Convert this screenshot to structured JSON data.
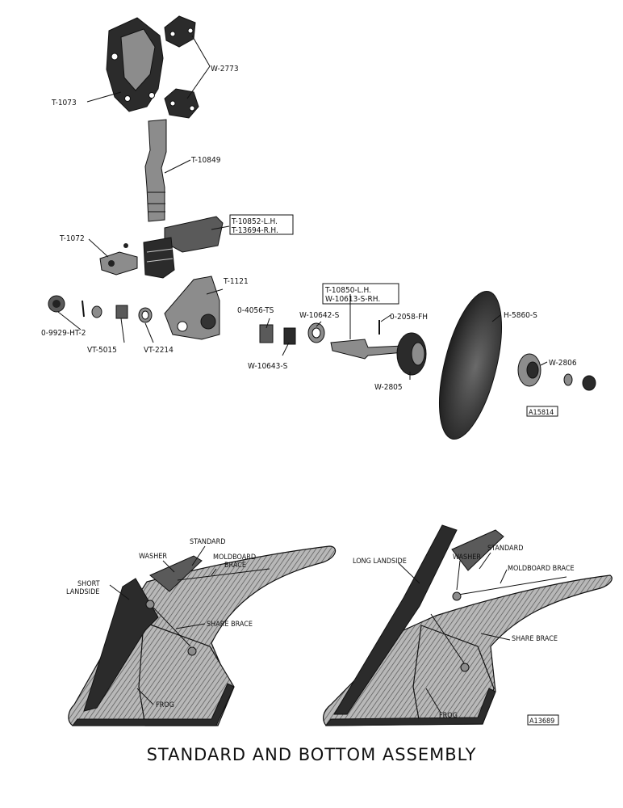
{
  "title": "STANDARD AND BOTTOM ASSEMBLY",
  "top_parts": {
    "t1073": "T-1073",
    "w2773": "W-2773",
    "t10849": "T-10849",
    "t10852": "T-10852-L.H.",
    "t13694": "T-13694-R.H.",
    "t1072": "T-1072",
    "t1121": "T-1121",
    "o9929": "0-9929-HT-2",
    "vt5015": "VT-5015",
    "vt2214": "VT-2214",
    "o4056": "0-4056-TS",
    "w10643": "W-10643-S",
    "w10642": "W-10642-S",
    "t10850": "T-10850-L.H.",
    "w10613": "W-10613-S-RH.",
    "o2058": "0-2058-FH",
    "w2805": "W-2805",
    "h5860": "H-5860-S",
    "w2806": "W-2806",
    "code_a": "A15814"
  },
  "left_bottom": {
    "standard": "STANDARD",
    "washer": "WASHER",
    "moldboard1": "MOLDBOARD",
    "moldboard2": "BRACE",
    "short1": "SHORT",
    "short2": "LANDSIDE",
    "share_brace": "SHARE BRACE",
    "frog": "FROG"
  },
  "right_bottom": {
    "long_landside": "LONG LANDSIDE",
    "washer": "WASHER",
    "standard": "STANDARD",
    "moldboard_brace": "MOLDBOARD BRACE",
    "share_brace": "SHARE BRACE",
    "frog": "FROG",
    "code_b": "A13689"
  }
}
